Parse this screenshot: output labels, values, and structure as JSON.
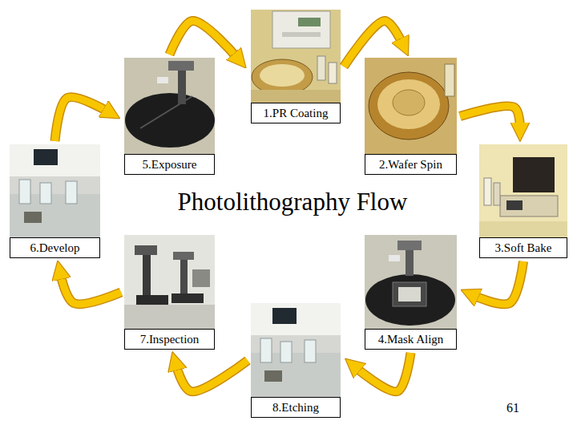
{
  "diagram": {
    "title": "Photolithography Flow",
    "nodes": [
      {
        "text": [
          "1.PR Coating"
        ]
      },
      {
        "text": [
          "2.Wafer Spin"
        ]
      },
      {
        "text": [
          "3.Soft Bake"
        ]
      },
      {
        "text": [
          "4.Mask Align"
        ]
      },
      {
        "text": [
          "5.Exposure"
        ]
      },
      {
        "text": [
          "6.Develop"
        ]
      },
      {
        "text": [
          "7.Inspection"
        ]
      },
      {
        "text": [
          "8.Etching"
        ]
      }
    ],
    "edges": [
      {
        "from": 0,
        "to": 1,
        "arrow": "to"
      },
      {
        "from": 1,
        "to": 2,
        "arrow": "to"
      },
      {
        "from": 2,
        "to": 3,
        "arrow": "to"
      },
      {
        "from": 3,
        "to": 7,
        "arrow": "to"
      },
      {
        "from": 7,
        "to": 6,
        "arrow": "to"
      },
      {
        "from": 6,
        "to": 5,
        "arrow": "to"
      },
      {
        "from": 5,
        "to": 4,
        "arrow": "to"
      },
      {
        "from": 4,
        "to": 0,
        "arrow": "to"
      }
    ],
    "labels": [
      "61"
    ]
  }
}
